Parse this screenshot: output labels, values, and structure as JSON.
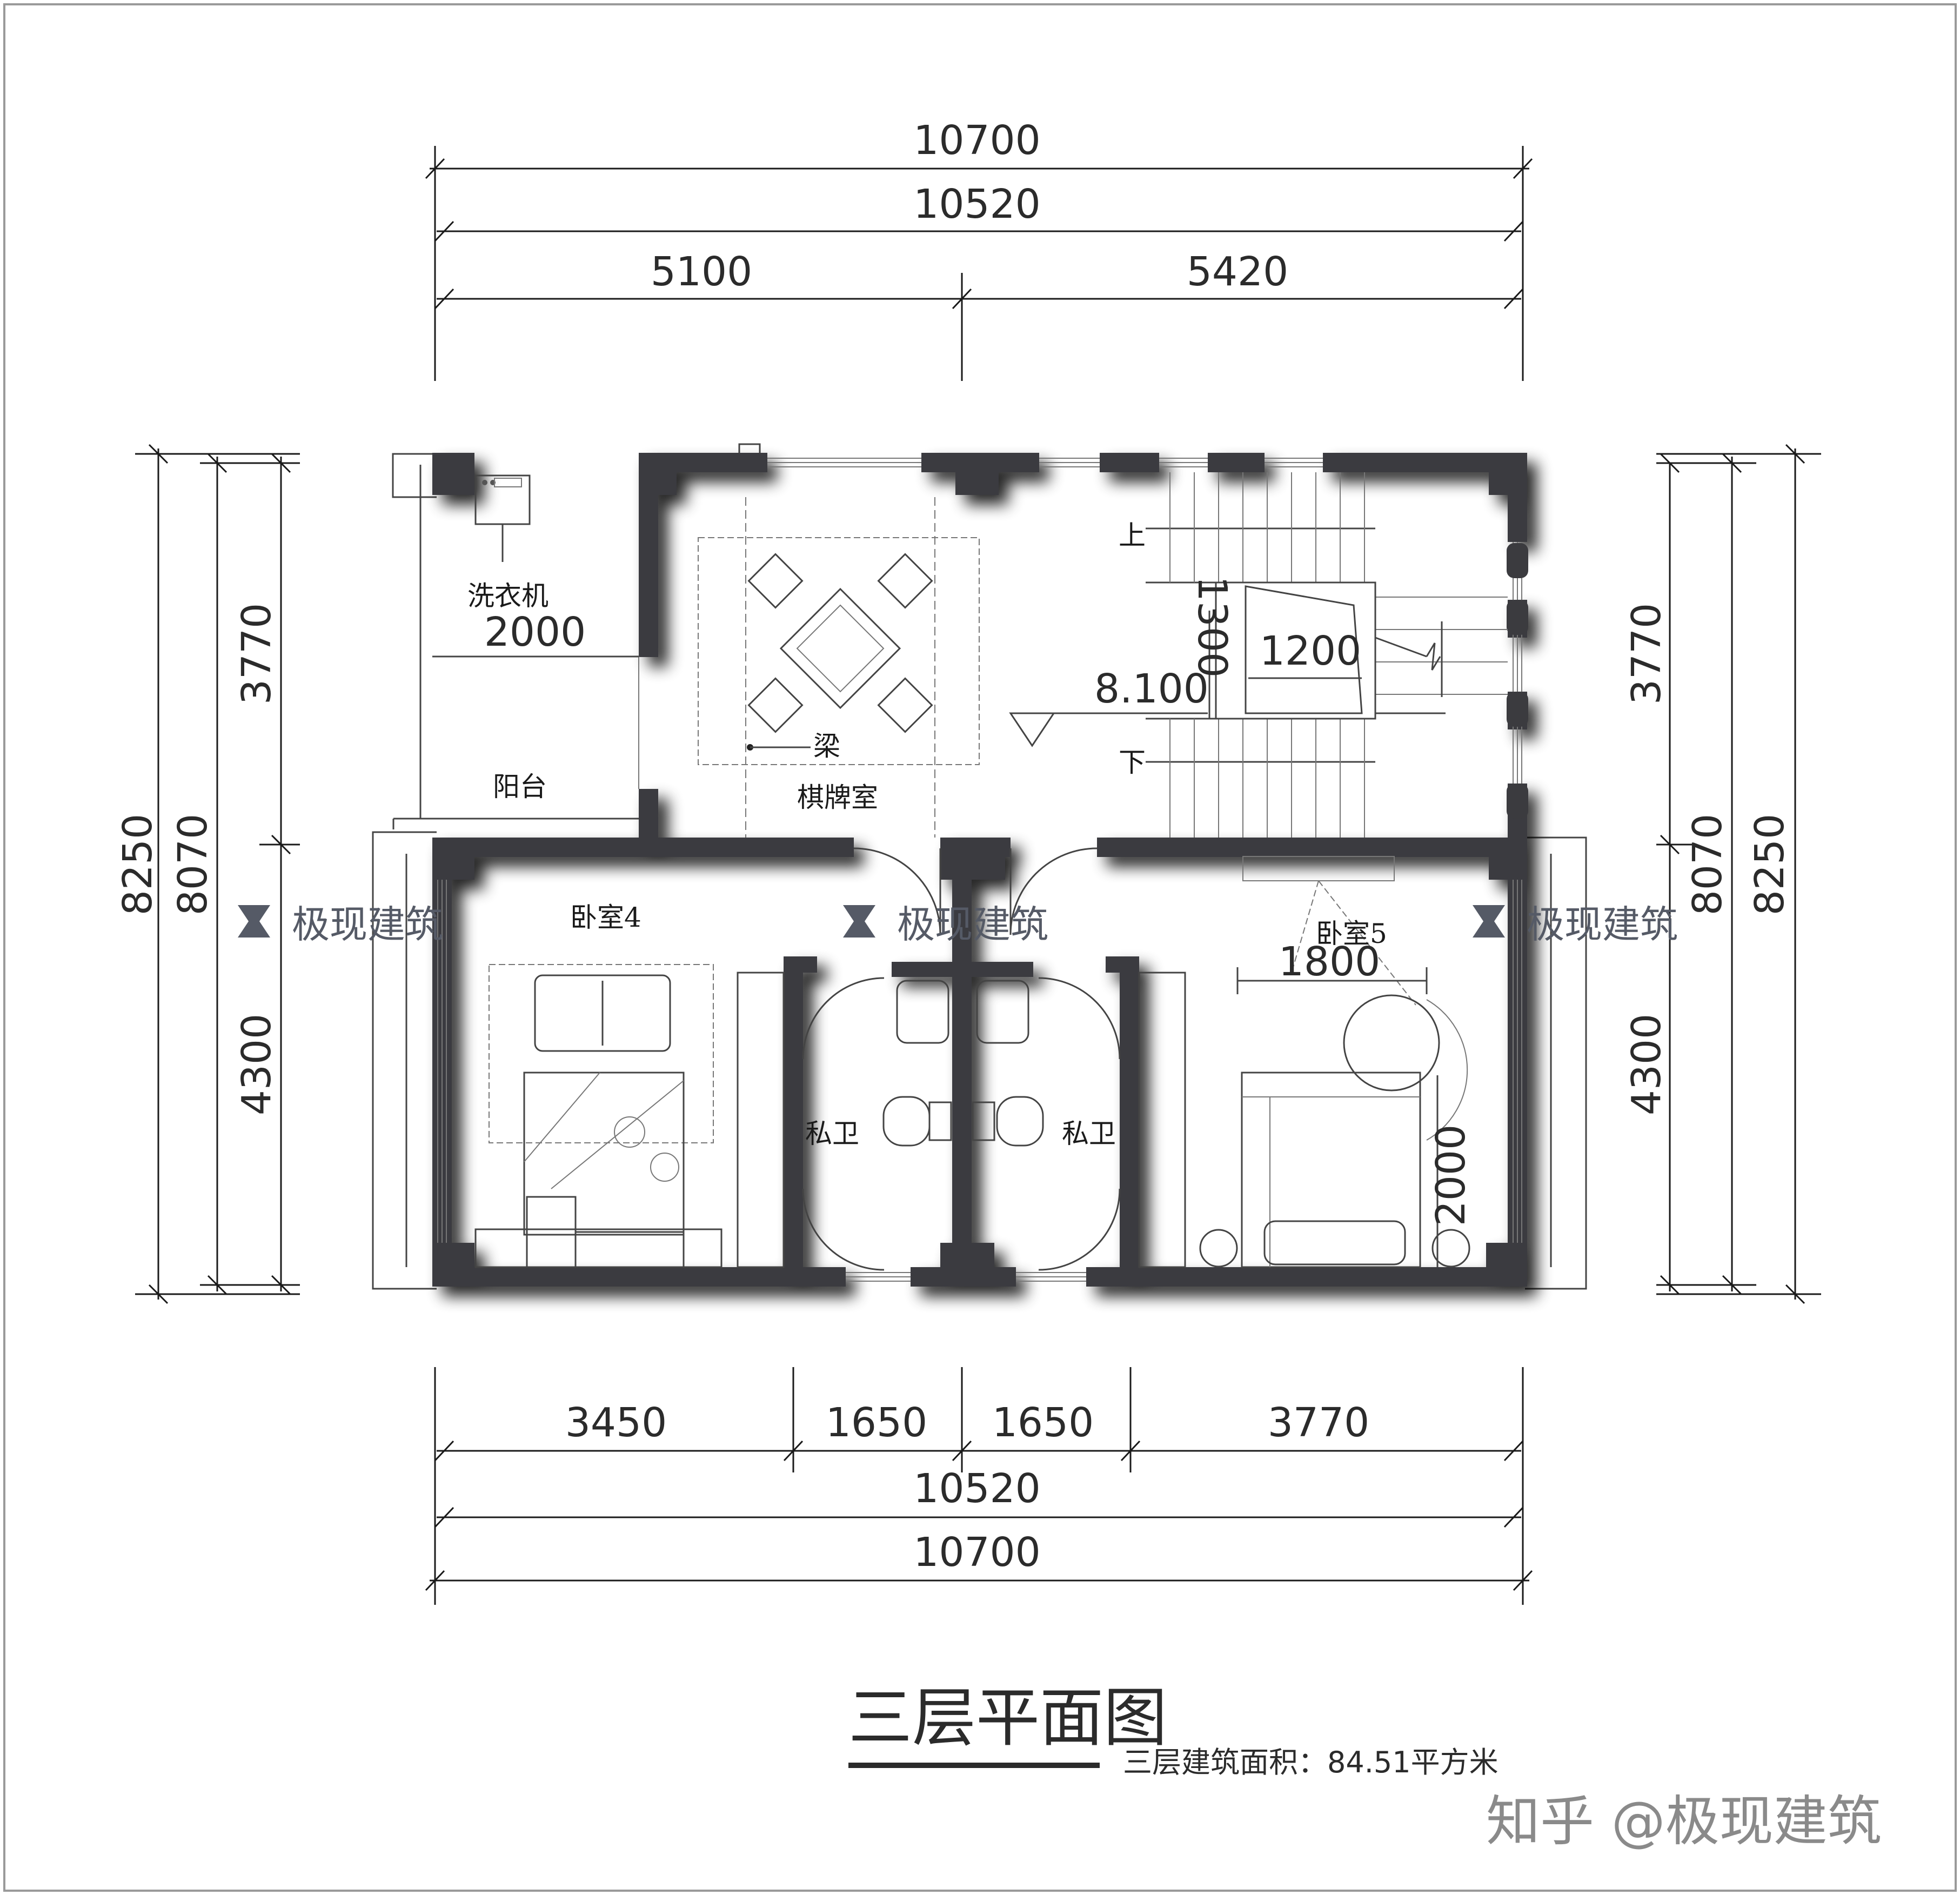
{
  "title": "三层平面图",
  "area_note": "三层建筑面积：84.51平方米",
  "credit": "知乎 @极现建筑",
  "watermark": "极现建筑",
  "dimensions": {
    "top_total_outer": "10700",
    "top_total_inner": "10520",
    "top_left": "5100",
    "top_right": "5420",
    "bottom_1": "3450",
    "bottom_2": "1650",
    "bottom_3": "1650",
    "bottom_4": "3770",
    "bottom_total_inner": "10520",
    "bottom_total_outer": "10700",
    "left_outer": "8250",
    "left_inner": "8070",
    "left_upper": "3770",
    "left_lower": "4300",
    "right_outer": "8250",
    "right_inner": "8070",
    "right_upper": "3770",
    "right_lower": "4300",
    "balcony_width": "2000",
    "stair_landing": "1200",
    "stair_side": "1300",
    "elevation": "8.100",
    "bed5_width": "1800",
    "bed5_length": "2000"
  },
  "rooms": {
    "washer": "洗衣机",
    "balcony": "阳台",
    "beam": "梁",
    "chess_room": "棋牌室",
    "bedroom4": "卧室4",
    "bedroom5": "卧室5",
    "bath_left": "私卫",
    "bath_right": "私卫",
    "stair_up": "上",
    "stair_down": "下"
  },
  "colors": {
    "wall": "#3b3b3f",
    "line": "#1a1a1a",
    "watermark": "#555a66"
  }
}
